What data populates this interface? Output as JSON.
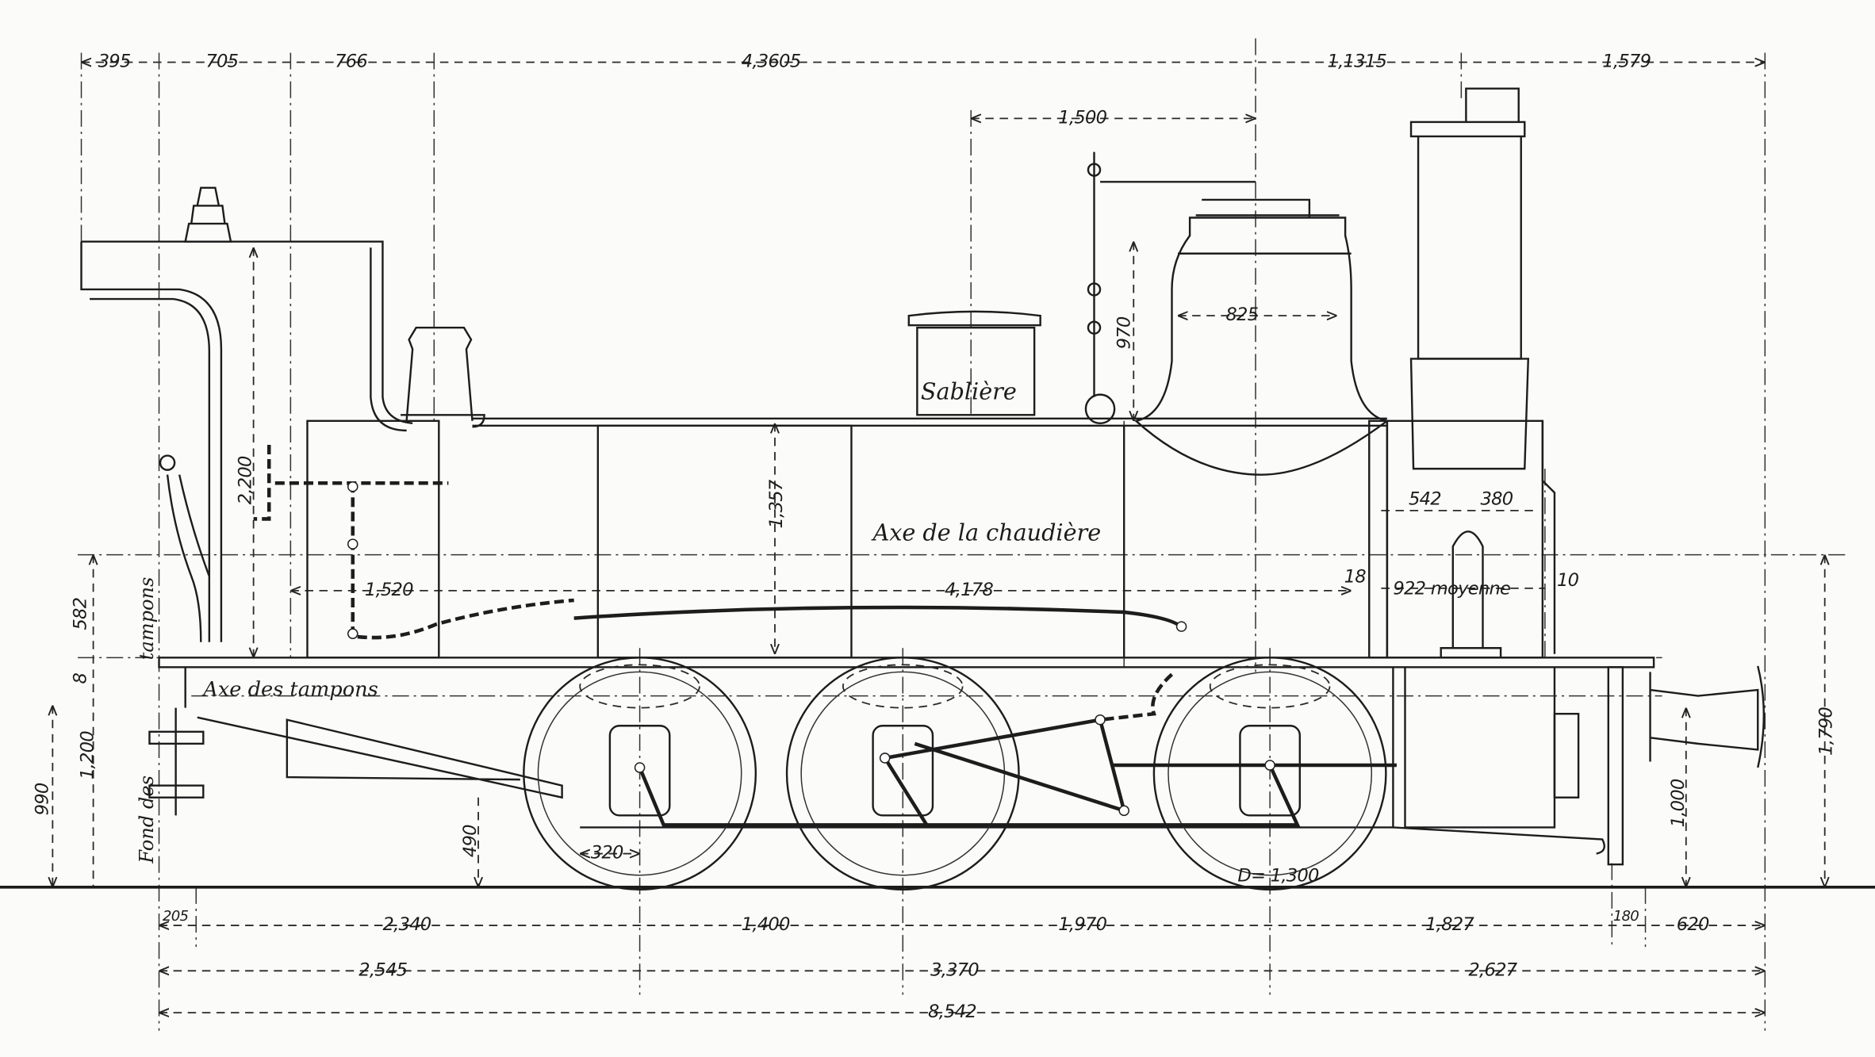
{
  "title": "Locomotive elevation drawing",
  "top_dims": {
    "d395": "395",
    "d705": "705",
    "d766": "766",
    "d43605": "4,3605",
    "d11315": "1,1315",
    "d1579": "1,579",
    "d1500": "1,500"
  },
  "body_dims": {
    "d825": "825",
    "d970": "970",
    "d2200": "2,200",
    "d1357": "1,357",
    "d542": "542",
    "d380": "380",
    "d1520": "1,520",
    "d4178": "4,178",
    "d18": "18",
    "d922": "922 moyenne",
    "d10": "10",
    "d582": "582",
    "d8": "8",
    "d1200": "1,200",
    "d990": "990",
    "d490": "490",
    "d320": "320",
    "wheel": "D= 1,300",
    "d1000": "1,000",
    "d1790": "1,790"
  },
  "labels": {
    "sabliere": "Sablière",
    "axe_chaudiere": "Axe de la chaudière",
    "axe_tampons": "Axe des tampons",
    "tampons": "tampons",
    "fond_des": "Fond des"
  },
  "bottom_dims": {
    "d205": "205",
    "d2340": "2,340",
    "d1400": "1,400",
    "d1970": "1,970",
    "d1827": "1,827",
    "d180": "180",
    "d620": "620",
    "d2545": "2,545",
    "d3370": "3,370",
    "d2627": "2,627",
    "d8542": "8,542"
  }
}
